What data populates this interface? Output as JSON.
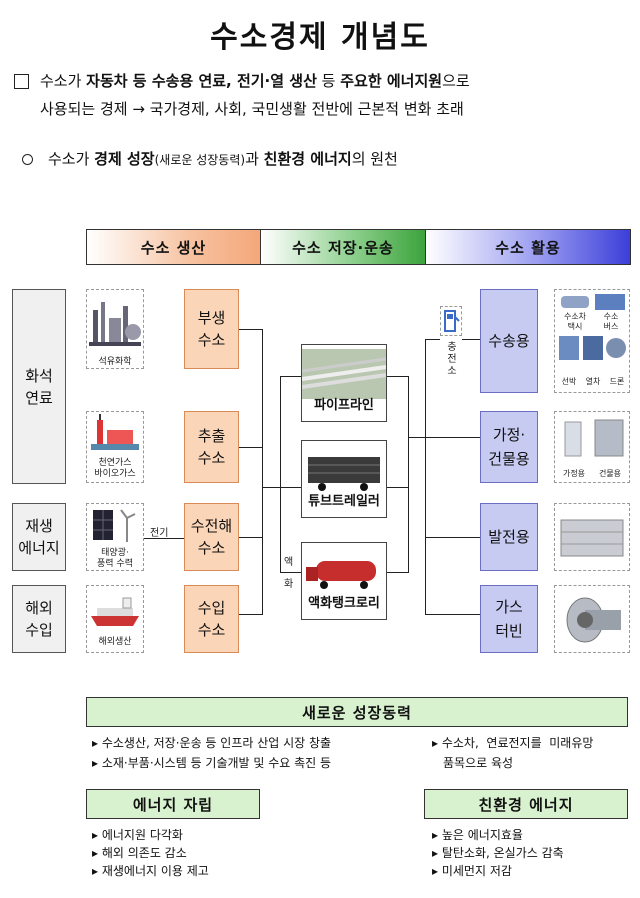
{
  "title": "수소경제 개념도",
  "intro": {
    "line1": {
      "a": "수소가 ",
      "b": "자동차 등 수송용 연료, 전기·열 생산",
      "c": " 등 ",
      "d": "주요한 에너지원",
      "e": "으로"
    },
    "line2": "사용되는 경제 → 국가경제, 사회, 국민생활 전반에 근본적 변화 초래",
    "line3": {
      "a": "수소가 ",
      "b": "경제 성장",
      "c": "(새로운 성장동력)",
      "d": "과 ",
      "e": "친환경 에너지",
      "f": "의 원천"
    }
  },
  "bands": {
    "production": "수소 생산",
    "storage": "수소 저장·운송",
    "usage": "수소 활용"
  },
  "sources": {
    "fossil": "화석\n연료",
    "renewable": "재생\n에너지",
    "overseas": "해외\n수입"
  },
  "source_images": {
    "petrochem": "석유화학",
    "natgas": "천연가스\n바이오가스",
    "solar": "태양광·\n풍력 수력",
    "overseas": "해외생산"
  },
  "production": {
    "byproduct": "부생\n수소",
    "extraction": "추출\n수소",
    "electrolysis": "수전해\n수소",
    "import": "수입\n수소"
  },
  "edge_labels": {
    "electricity": "전기",
    "liquefaction": "액\n화"
  },
  "transport": {
    "pipeline": "파이프라인",
    "tubetrailer": "튜브트레일러",
    "tanklorry": "액화탱크로리"
  },
  "station_label": "충\n전\n소",
  "usage": {
    "transport": "수송용",
    "building": "가정·\n건물용",
    "power": "발전용",
    "turbine": "가스\n터빈"
  },
  "usage_images": {
    "car": "수소차\n택시",
    "bus": "수소\n버스",
    "ship": "선박",
    "train": "열차",
    "drone": "드론",
    "home": "가정용",
    "building": "건물용"
  },
  "growth": {
    "title": "새로운 성장동력",
    "left1": "수소생산, 저장·운송 등 인프라 산업 시장 창출",
    "left2": "소재·부품·시스템 등 기술개발 및 수요 촉진 등",
    "right1": "수소차,  연료전지를  미래유망",
    "right2": "품목으로 육성"
  },
  "independence": {
    "title": "에너지 자립",
    "items": [
      "에너지원 다각화",
      "해외 의존도 감소",
      "재생에너지 이용 제고"
    ]
  },
  "eco": {
    "title": "친환경 에너지",
    "items": [
      "높은 에너지효율",
      "탈탄소화, 온실가스 감축",
      "미세먼지 저감"
    ]
  },
  "colors": {
    "production_band": "#f4a77a",
    "storage_band": "#3ca33c",
    "usage_band": "#3b3fd8",
    "production_box": "#fbd5b8",
    "usage_box": "#c7cbf2",
    "green_box": "#d8f2cf"
  }
}
